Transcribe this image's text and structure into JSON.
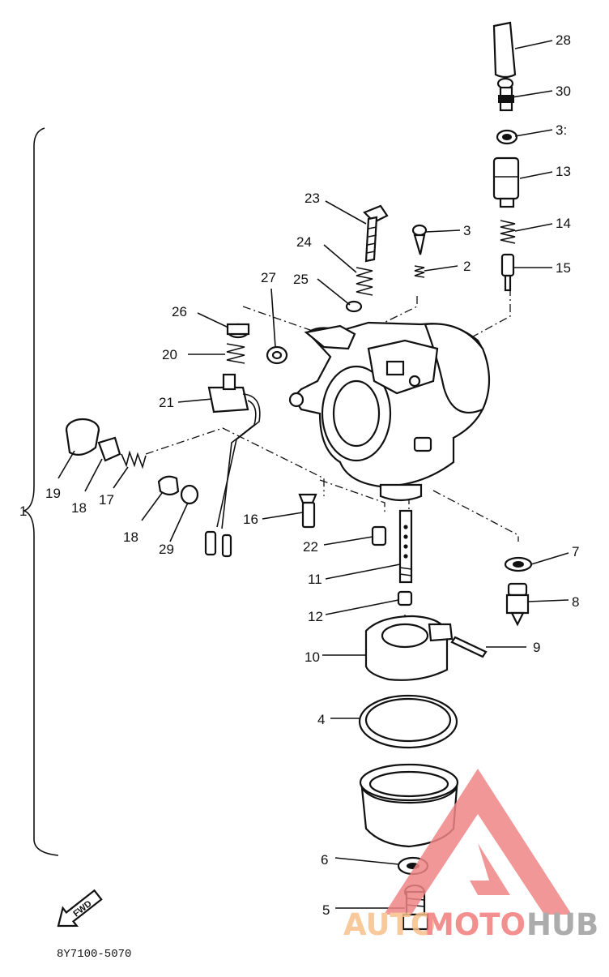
{
  "callouts": {
    "c1": "1",
    "c2": "2",
    "c3": "3",
    "c4": "4",
    "c5": "5",
    "c6": "6",
    "c7": "7",
    "c8": "8",
    "c9": "9",
    "c10": "10",
    "c11": "11",
    "c12": "12",
    "c13": "13",
    "c14": "14",
    "c15": "15",
    "c16": "16",
    "c17": "17",
    "c18a": "18",
    "c18b": "18",
    "c19": "19",
    "c20": "20",
    "c21": "21",
    "c22": "22",
    "c23": "23",
    "c24": "24",
    "c25": "25",
    "c26": "26",
    "c27": "27",
    "c28": "28",
    "c29": "29",
    "c30": "30",
    "c31": "3:"
  },
  "direction_arrow": {
    "label": "FWD",
    "icon": "forward-arrow-icon"
  },
  "diagram_code": "8Y7100-5070",
  "watermark": {
    "part1": "AUTO",
    "part2": "MOTO",
    "part3": "HUB",
    "colors": {
      "auto": "#f6c08a",
      "moto": "#f37c7c",
      "hub": "#9e9e9e",
      "logo": "#f08585"
    }
  }
}
